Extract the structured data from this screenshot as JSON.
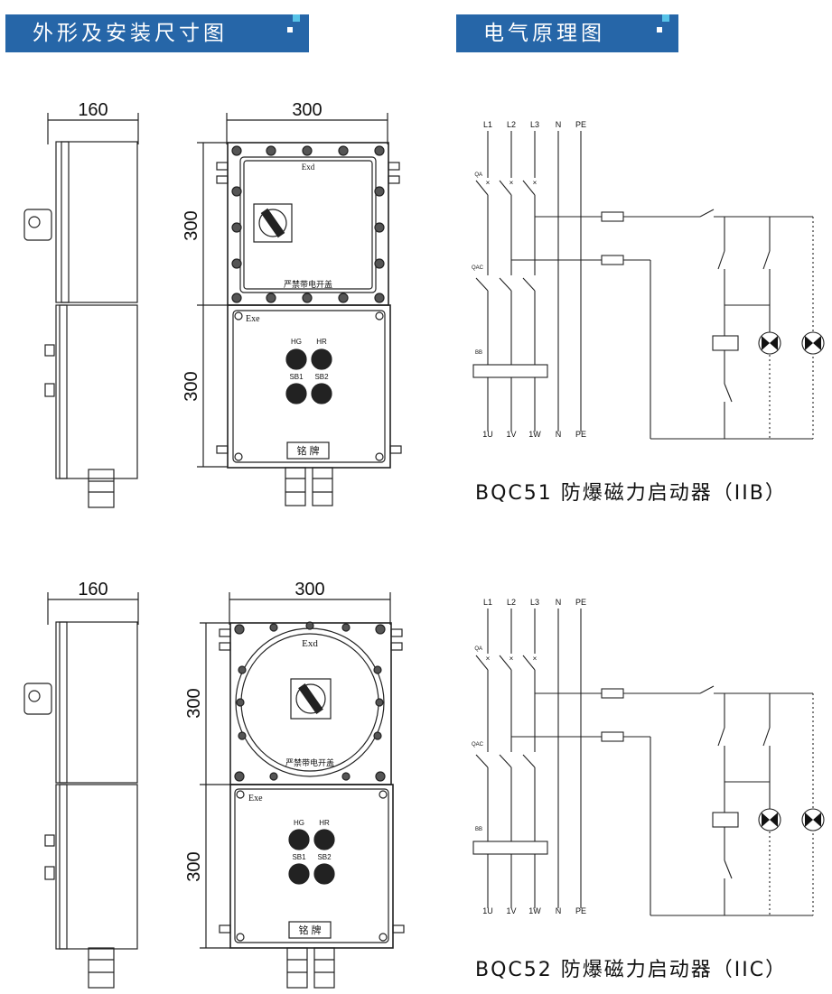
{
  "headers": {
    "dimensions_title": "外形及安装尺寸图",
    "schematic_title": "电气原理图"
  },
  "drawings": {
    "top": {
      "side_width": "160",
      "front_width": "300",
      "upper_height": "300",
      "lower_height": "300",
      "upper_marking": "Exd",
      "lower_marking": "Exe",
      "warning_text": "严禁带电开盖",
      "nameplate": "铭 牌",
      "indicator_left": "HG",
      "indicator_right": "HR",
      "button_left": "SB1",
      "button_right": "SB2"
    },
    "bottom": {
      "side_width": "160",
      "front_width": "300",
      "upper_height": "300",
      "lower_height": "300",
      "upper_marking": "Exd",
      "lower_marking": "Exe",
      "warning_text": "严禁带电开盖",
      "nameplate": "铭 牌",
      "indicator_left": "HG",
      "indicator_right": "HR",
      "button_left": "SB1",
      "button_right": "SB2"
    }
  },
  "schematics": {
    "top": {
      "inputs": [
        "L1",
        "L2",
        "L3",
        "N",
        "PE"
      ],
      "outputs": [
        "1U",
        "1V",
        "1W",
        "N",
        "PE"
      ],
      "breaker_label": "QA",
      "contactor_label": "QAC",
      "relay_label": "BB",
      "caption": "BQC51 防爆磁力启动器（IIB）"
    },
    "bottom": {
      "inputs": [
        "L1",
        "L2",
        "L3",
        "N",
        "PE"
      ],
      "outputs": [
        "1U",
        "1V",
        "1W",
        "N",
        "PE"
      ],
      "breaker_label": "QA",
      "contactor_label": "QAC",
      "relay_label": "BB",
      "caption": "BQC52 防爆磁力启动器（IIC）"
    }
  }
}
